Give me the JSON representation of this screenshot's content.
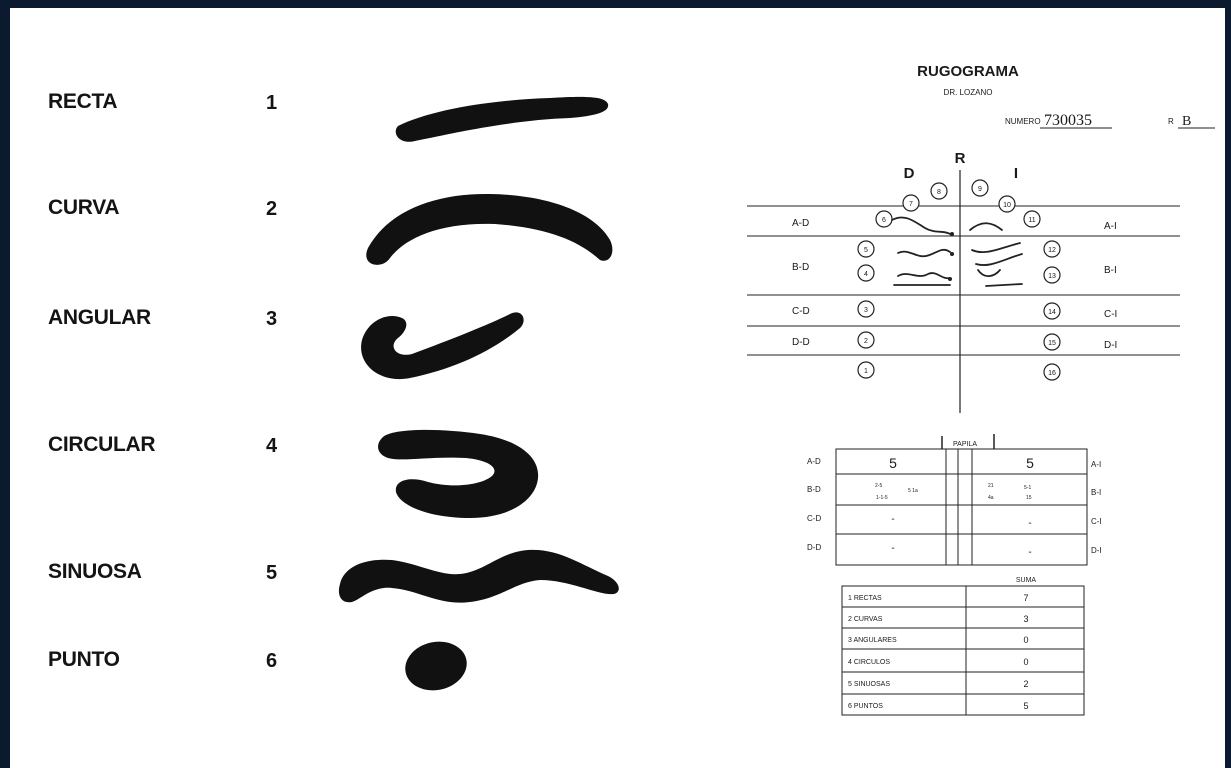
{
  "types": [
    {
      "name": "RECTA",
      "number": "1"
    },
    {
      "name": "CURVA",
      "number": "2"
    },
    {
      "name": "ANGULAR",
      "number": "3"
    },
    {
      "name": "CIRCULAR",
      "number": "4"
    },
    {
      "name": "SINUOSA",
      "number": "5"
    },
    {
      "name": "PUNTO",
      "number": "6"
    }
  ],
  "form": {
    "title": "RUGOGRAMA",
    "author": "DR. LOZANO",
    "numero_label": "NUMERO",
    "numero_value": "730035",
    "suffix_label": "R",
    "suffix_value": "B",
    "side_d": "D",
    "side_r": "R",
    "side_i": "I",
    "zones_left": [
      "A-D",
      "B-D",
      "C-D",
      "D-D"
    ],
    "zones_right": [
      "A-I",
      "B-I",
      "C-I",
      "D-I"
    ],
    "rugae": [
      "1",
      "2",
      "3",
      "4",
      "5",
      "6",
      "7",
      "8",
      "9",
      "10",
      "11",
      "12",
      "13",
      "14",
      "15",
      "16"
    ],
    "papila_label": "PAPILA",
    "grid": {
      "rows_left": [
        "A-D",
        "B-D",
        "C-D",
        "D-D"
      ],
      "rows_right": [
        "A-I",
        "B-I",
        "C-I",
        "D-I"
      ],
      "left_values": [
        "5",
        "",
        "-",
        "-"
      ],
      "right_values": [
        "5",
        "",
        "-",
        "-"
      ],
      "b_left_a": "2-5",
      "b_left_b": "5 1a",
      "b_left_c": "1-1-5",
      "b_right_a": "21",
      "b_right_b": "5-1",
      "b_right_c": "4a",
      "b_right_d": "15"
    },
    "summary_header": "SUMA",
    "summary": [
      {
        "label": "1 RECTAS",
        "value": "7"
      },
      {
        "label": "2 CURVAS",
        "value": "3"
      },
      {
        "label": "3 ANGULARES",
        "value": "0"
      },
      {
        "label": "4 CIRCULOS",
        "value": "0"
      },
      {
        "label": "5 SINUOSAS",
        "value": "2"
      },
      {
        "label": "6 PUNTOS",
        "value": "5"
      }
    ]
  }
}
